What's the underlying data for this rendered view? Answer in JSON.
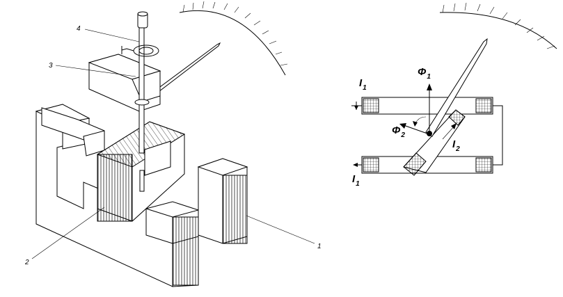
{
  "left_figure": {
    "callouts": [
      "1",
      "2",
      "3",
      "4"
    ]
  },
  "right_figure": {
    "phi1": {
      "main": "Φ",
      "sub": "1"
    },
    "phi2": {
      "main": "Φ",
      "sub": "2"
    },
    "i1_top": {
      "main": "I",
      "sub": "1"
    },
    "i1_bottom": {
      "main": "I",
      "sub": "1"
    },
    "i2": {
      "main": "I",
      "sub": "2"
    }
  }
}
